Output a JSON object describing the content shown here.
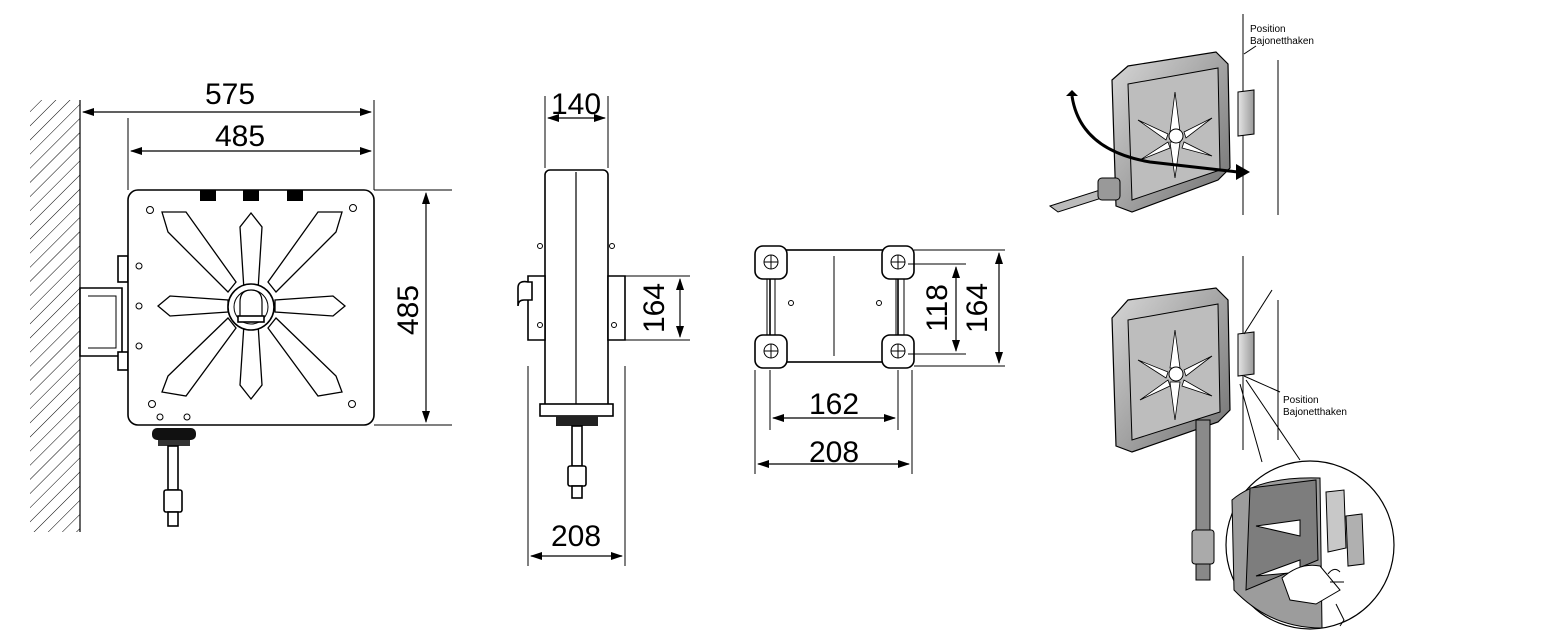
{
  "front_view": {
    "width_overall": "575",
    "width_body": "485",
    "height_body": "485"
  },
  "side_view": {
    "depth_top": "140",
    "bracket_height": "164",
    "depth_bottom": "208"
  },
  "bracket_view": {
    "inner_height": "118",
    "outer_height": "164",
    "inner_width": "162",
    "outer_width": "208"
  },
  "mounting_views": {
    "label_top_line1": "Position",
    "label_top_line2": "Bajonetthaken",
    "label_bottom_line1": "Position",
    "label_bottom_line2": "Bajonetthaken"
  }
}
